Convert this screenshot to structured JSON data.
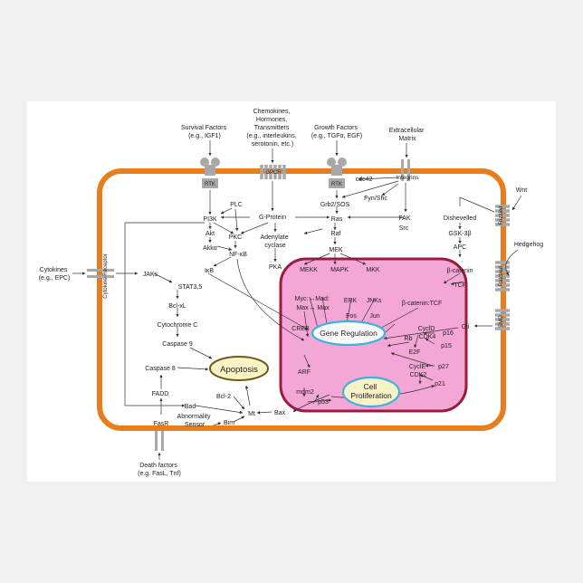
{
  "colors": {
    "membrane": "#e87d1e",
    "nucleus_fill": "#f4a6d6",
    "nucleus_border": "#9b1b3c",
    "receptor": "#a8a8a8",
    "apoptosis_fill": "#fbf3c4",
    "apoptosis_border": "#6b5a1a",
    "gene_reg_border": "#3ab4d8"
  },
  "receptors": {
    "rtk1": "RTK",
    "gpcr": "GPCR",
    "rtk2": "RTK",
    "integrins": "Integrins",
    "cytokine": "Cytokine Receptor",
    "frizzled": "Frizzled",
    "patched": "Patched",
    "smo": "SMO",
    "fasr": "FasR"
  },
  "external": {
    "survival": [
      "Survival Factors",
      "(e.g., IGF1)"
    ],
    "chemokines": [
      "Chemokines,",
      "Hormones,",
      "Transmitters",
      "(e.g., interleukins,",
      "serotonin, etc.)"
    ],
    "growth": [
      "Growth Factors",
      "(e.g., TGFα, EGF)"
    ],
    "matrix": [
      "Extracellular",
      "Matrix"
    ],
    "wnt": "Wnt",
    "hedgehog": "Hedgehog",
    "cytokines": [
      "Cytokines",
      "(e.g., EPC)"
    ],
    "death": [
      "Death factors",
      "(e.g. FasL, Tnf)"
    ]
  },
  "nodes": {
    "cdc42": "cdc42",
    "fyn_shc": "Fyn/Shc",
    "plc": "PLC",
    "g_protein": "G-Protein",
    "grb2_sos": "Grb2/SOS",
    "pi3k": "PI3K",
    "ras": "Ras",
    "fak": "FAK",
    "src": "Src",
    "akt": "Akt",
    "pkc": "PKC",
    "adenylate": [
      "Adenylate",
      "cyclase"
    ],
    "raf": "Raf",
    "akka": "Akkα",
    "nfkb": "NF-κB",
    "ikb": "IκB",
    "pka": "PKA",
    "mek": "MEK",
    "dishevelled": "Dishevelled",
    "gsk3b": "GSK-3β",
    "apc": "APC",
    "bcatenin": "β-catenin",
    "tcf": "TCF",
    "jaks": "JAKs",
    "stat35": "STAT3,5",
    "bclxl": "Bcl-xL",
    "cytochrome": "Cytochrome C",
    "caspase9": "Caspase 9",
    "caspase8": "Caspase 8",
    "fadd": "FADD",
    "bad": "Bad",
    "bcl2": "Bcl-2",
    "abnormality": [
      "Abnormality",
      "Sensor"
    ],
    "bim": "Bim",
    "mt": "Mt",
    "bax": "Bax",
    "mekk": "MEKK",
    "mapk": "MAPK",
    "mkk": "MKK",
    "mycmax": [
      "Myc:",
      "Max"
    ],
    "madmax": [
      "Mad:",
      "Max"
    ],
    "erk_fos": [
      "ERK",
      "Fos"
    ],
    "jnk_jun": [
      "JNKs",
      "Jun"
    ],
    "bcat_tcf": "β-catenin:TCF",
    "creb": "CREB",
    "gli": "Gli",
    "cyclin": [
      "CyclD",
      "CDK4"
    ],
    "p16": "p16",
    "p15": "p15",
    "rb": "Rb",
    "e2f": "E2F",
    "cycle": [
      "CyclE",
      "CDK2"
    ],
    "p27": "p27",
    "p21": "p21",
    "arf": "ARF",
    "mdm2": "mdm2",
    "p53": "p53"
  },
  "highlights": {
    "gene_regulation": "Gene Regulation",
    "cell_proliferation": [
      "Cell",
      "Proliferation"
    ],
    "apoptosis": "Apoptosis"
  }
}
